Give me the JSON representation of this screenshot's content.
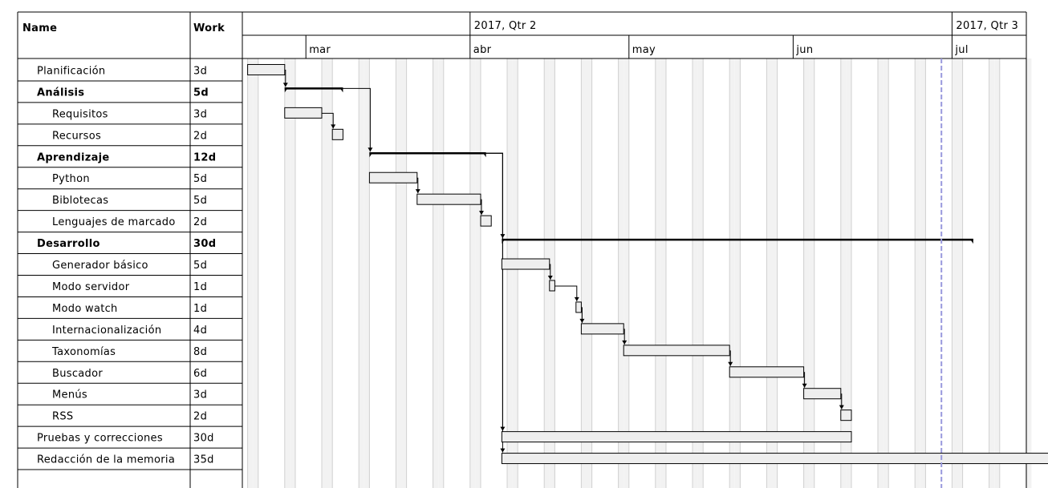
{
  "headers": {
    "name": "Name",
    "work": "Work"
  },
  "quarters": [
    {
      "label": "2017, Qtr 2",
      "start": "2017-04-01"
    },
    {
      "label": "2017, Qtr 3",
      "start": "2017-07-01"
    }
  ],
  "months": [
    {
      "label": "mar",
      "start": "2017-03-01"
    },
    {
      "label": "abr",
      "start": "2017-04-01"
    },
    {
      "label": "may",
      "start": "2017-05-01"
    },
    {
      "label": "jun",
      "start": "2017-06-01"
    },
    {
      "label": "jul",
      "start": "2017-07-01"
    }
  ],
  "today": "2017-06-29",
  "colors": {
    "grid": "#000000",
    "bar_fill": "#eeeeee",
    "summary": "#000000",
    "today_line": "#9999dd",
    "nonwork": "#f2f2f2"
  },
  "tasks": [
    {
      "name": "Planificación",
      "work": "3d",
      "level": 1,
      "summary": false,
      "start": "2017-02-18",
      "end": "2017-02-24"
    },
    {
      "name": "Análisis",
      "work": "5d",
      "level": 1,
      "summary": true,
      "start": "2017-02-25",
      "end": "2017-03-07"
    },
    {
      "name": "Requisitos",
      "work": "3d",
      "level": 2,
      "summary": false,
      "start": "2017-02-25",
      "end": "2017-03-03"
    },
    {
      "name": "Recursos",
      "work": "2d",
      "level": 2,
      "summary": false,
      "start": "2017-03-06",
      "end": "2017-03-07"
    },
    {
      "name": "Aprendizaje",
      "work": "12d",
      "level": 1,
      "summary": true,
      "start": "2017-03-13",
      "end": "2017-04-03"
    },
    {
      "name": "Python",
      "work": "5d",
      "level": 2,
      "summary": false,
      "start": "2017-03-13",
      "end": "2017-03-21"
    },
    {
      "name": "Biblotecas",
      "work": "5d",
      "level": 2,
      "summary": false,
      "start": "2017-03-22",
      "end": "2017-04-02"
    },
    {
      "name": "Lenguajes de marcado",
      "work": "2d",
      "level": 2,
      "summary": false,
      "start": "2017-04-03",
      "end": "2017-04-04"
    },
    {
      "name": "Desarrollo",
      "work": "30d",
      "level": 1,
      "summary": true,
      "start": "2017-04-07",
      "end": "2017-07-04"
    },
    {
      "name": "Generador básico",
      "work": "5d",
      "level": 2,
      "summary": false,
      "start": "2017-04-07",
      "end": "2017-04-15"
    },
    {
      "name": "Modo servidor",
      "work": "1d",
      "level": 2,
      "summary": false,
      "start": "2017-04-16",
      "end": "2017-04-16"
    },
    {
      "name": "Modo watch",
      "work": "1d",
      "level": 2,
      "summary": false,
      "start": "2017-04-21",
      "end": "2017-04-21"
    },
    {
      "name": "Internacionalización",
      "work": "4d",
      "level": 2,
      "summary": false,
      "start": "2017-04-22",
      "end": "2017-04-29"
    },
    {
      "name": "Taxonomías",
      "work": "8d",
      "level": 2,
      "summary": false,
      "start": "2017-04-30",
      "end": "2017-05-19"
    },
    {
      "name": "Buscador",
      "work": "6d",
      "level": 2,
      "summary": false,
      "start": "2017-05-20",
      "end": "2017-06-02"
    },
    {
      "name": "Menús",
      "work": "3d",
      "level": 2,
      "summary": false,
      "start": "2017-06-03",
      "end": "2017-06-09"
    },
    {
      "name": "RSS",
      "work": "2d",
      "level": 2,
      "summary": false,
      "start": "2017-06-10",
      "end": "2017-06-11"
    },
    {
      "name": "Pruebas y correcciones",
      "work": "30d",
      "level": 1,
      "summary": false,
      "start": "2017-04-07",
      "end": "2017-06-11"
    },
    {
      "name": "Redacción de la memoria",
      "work": "35d",
      "level": 1,
      "summary": false,
      "start": "2017-04-07",
      "end": "2017-07-24"
    }
  ],
  "dependencies": [
    [
      0,
      1
    ],
    [
      2,
      3
    ],
    [
      1,
      4
    ],
    [
      5,
      6
    ],
    [
      6,
      7
    ],
    [
      4,
      8
    ],
    [
      9,
      10
    ],
    [
      10,
      11
    ],
    [
      11,
      12
    ],
    [
      12,
      13
    ],
    [
      13,
      14
    ],
    [
      14,
      15
    ],
    [
      15,
      16
    ],
    [
      4,
      17
    ],
    [
      4,
      18
    ]
  ]
}
